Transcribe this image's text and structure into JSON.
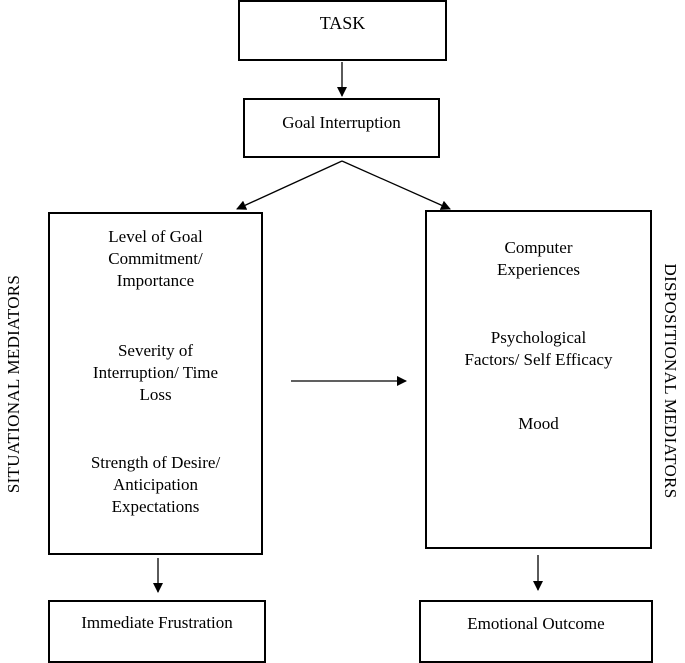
{
  "nodes": {
    "task": "TASK",
    "goal_interruption": "Goal Interruption",
    "situational": [
      [
        "Level of Goal",
        "Commitment/",
        "Importance"
      ],
      [
        "Severity of",
        "Interruption/ Time",
        "Loss"
      ],
      [
        "Strength of Desire/",
        "Anticipation",
        "Expectations"
      ]
    ],
    "dispositional": [
      [
        "Computer",
        "Experiences"
      ],
      [
        "Psychological",
        "Factors/ Self Efficacy"
      ],
      [
        "Mood"
      ]
    ],
    "immediate_frustration": "Immediate Frustration",
    "emotional_outcome": "Emotional Outcome"
  },
  "side_labels": {
    "left": "SITUATIONAL MEDIATORS",
    "right": "DISPOSITIONAL MEDIATORS"
  }
}
